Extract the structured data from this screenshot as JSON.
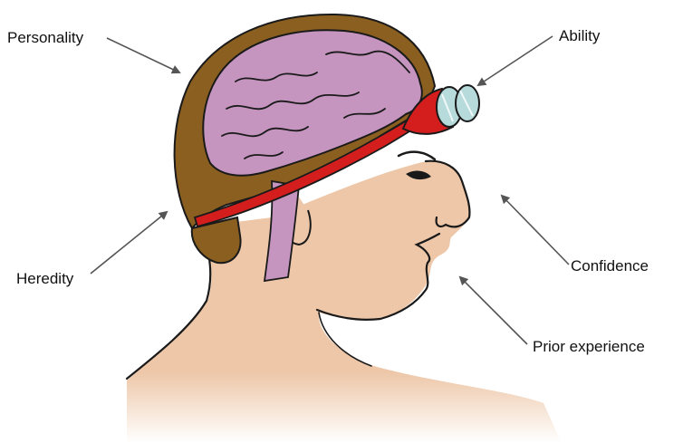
{
  "labels": {
    "personality": "Personality",
    "ability": "Ability",
    "heredity": "Heredity",
    "confidence": "Confidence",
    "prior_experience": "Prior experience"
  },
  "colors": {
    "skin": "#edc7a8",
    "hair": "#8b5f1f",
    "brain": "#c595bf",
    "band": "#d41e1e",
    "lens": "#b7dadb",
    "outline": "#1a1a1a",
    "arrow": "#555555"
  }
}
